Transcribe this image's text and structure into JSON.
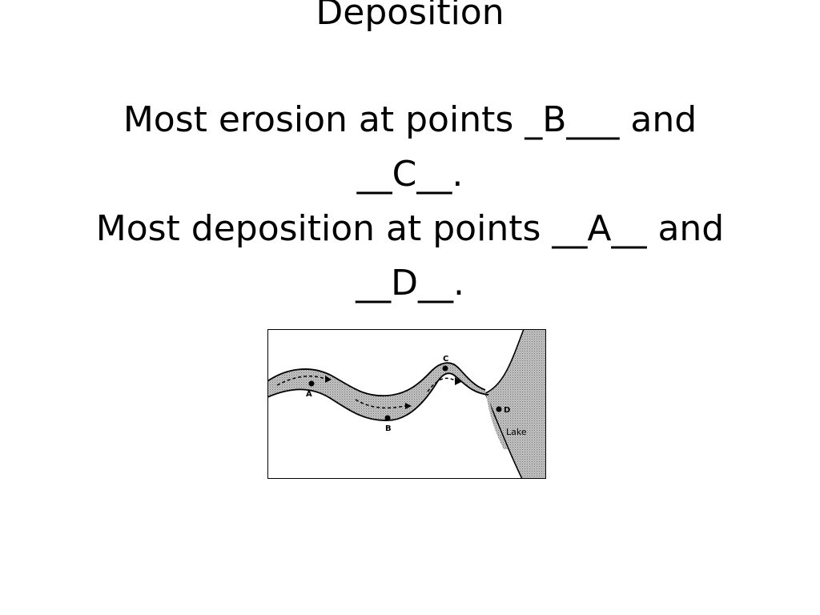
{
  "slide": {
    "title": "Deposition",
    "erosion_line_1": "Most erosion at points _B___ and",
    "erosion_line_2": "__C__.",
    "deposition_line_1": "Most deposition at points __A__ and",
    "deposition_line_2": "__D__."
  },
  "diagram": {
    "labels": {
      "a": "A",
      "b": "B",
      "c": "C",
      "d": "D",
      "lake": "Lake"
    },
    "colors": {
      "water": "#b8b8b8",
      "outline": "#000000",
      "land": "#ffffff"
    }
  }
}
